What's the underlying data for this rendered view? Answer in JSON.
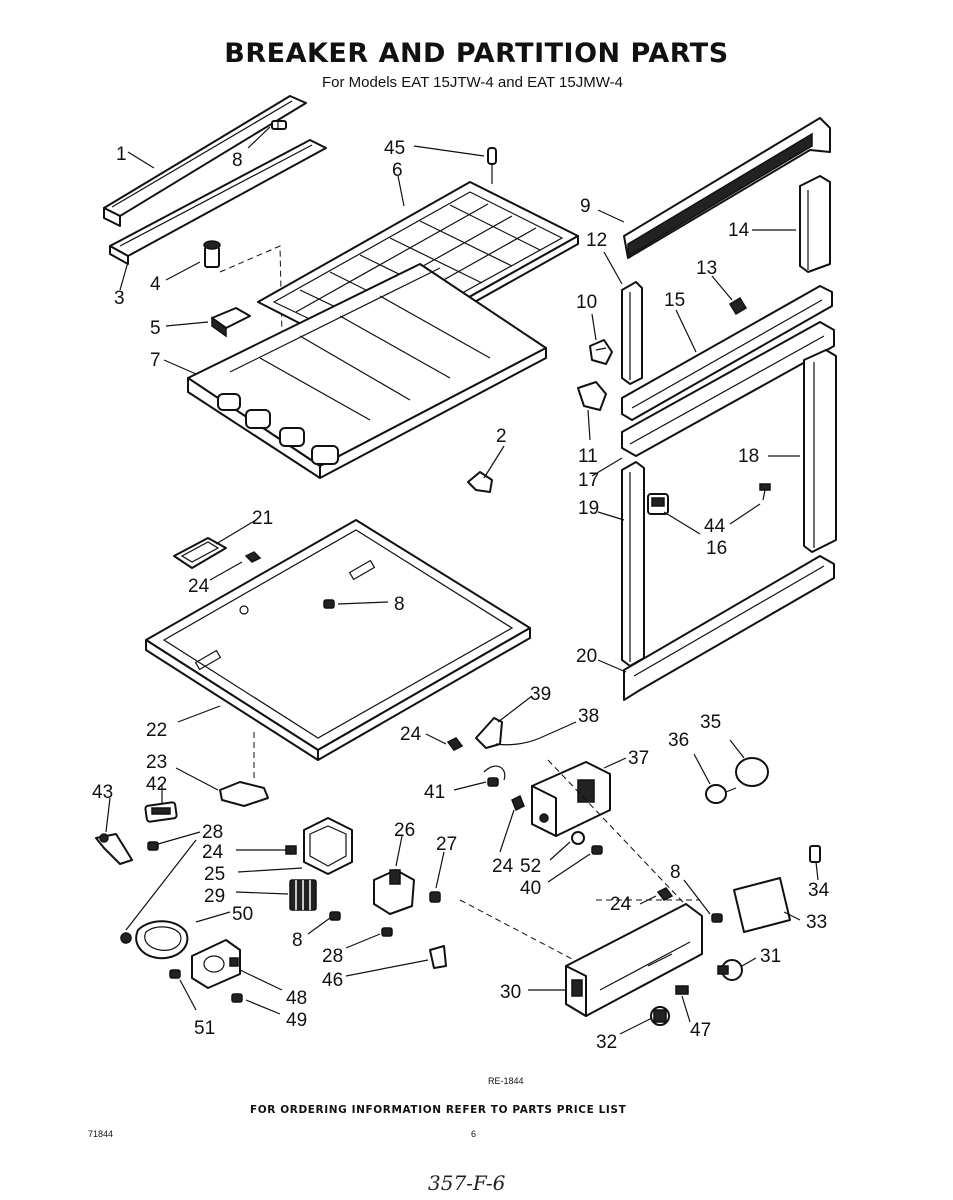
{
  "title": "BREAKER AND PARTITION PARTS",
  "subtitle": "For Models  EAT 15JTW-4 and EAT 15JMW-4",
  "diagram_code": "RE-1844",
  "ordering_note": "FOR ORDERING INFORMATION REFER TO PARTS PRICE LIST",
  "doc_number": "71844",
  "page_number": "6",
  "handwritten_note": "357-F-6",
  "callouts": {
    "c1": "1",
    "c2": "2",
    "c3": "3",
    "c4": "4",
    "c5": "5",
    "c6": "6",
    "c7": "7",
    "c8a": "8",
    "c8b": "8",
    "c8c": "8",
    "c8d": "8",
    "c9": "9",
    "c10": "10",
    "c11": "11",
    "c12": "12",
    "c13": "13",
    "c14": "14",
    "c15": "15",
    "c16": "16",
    "c17": "17",
    "c18": "18",
    "c19": "19",
    "c20": "20",
    "c21": "21",
    "c22": "22",
    "c23": "23",
    "c24a": "24",
    "c24b": "24",
    "c24c": "24",
    "c24d": "24",
    "c24e": "24",
    "c25": "25",
    "c26": "26",
    "c27": "27",
    "c28a": "28",
    "c28b": "28",
    "c29": "29",
    "c30": "30",
    "c31": "31",
    "c32": "32",
    "c33": "33",
    "c34": "34",
    "c35": "35",
    "c36": "36",
    "c37": "37",
    "c38": "38",
    "c39": "39",
    "c40": "40",
    "c41": "41",
    "c42": "42",
    "c43": "43",
    "c44": "44",
    "c45": "45",
    "c46": "46",
    "c47": "47",
    "c48": "48",
    "c49": "49",
    "c50": "50",
    "c51": "51",
    "c52": "52"
  }
}
